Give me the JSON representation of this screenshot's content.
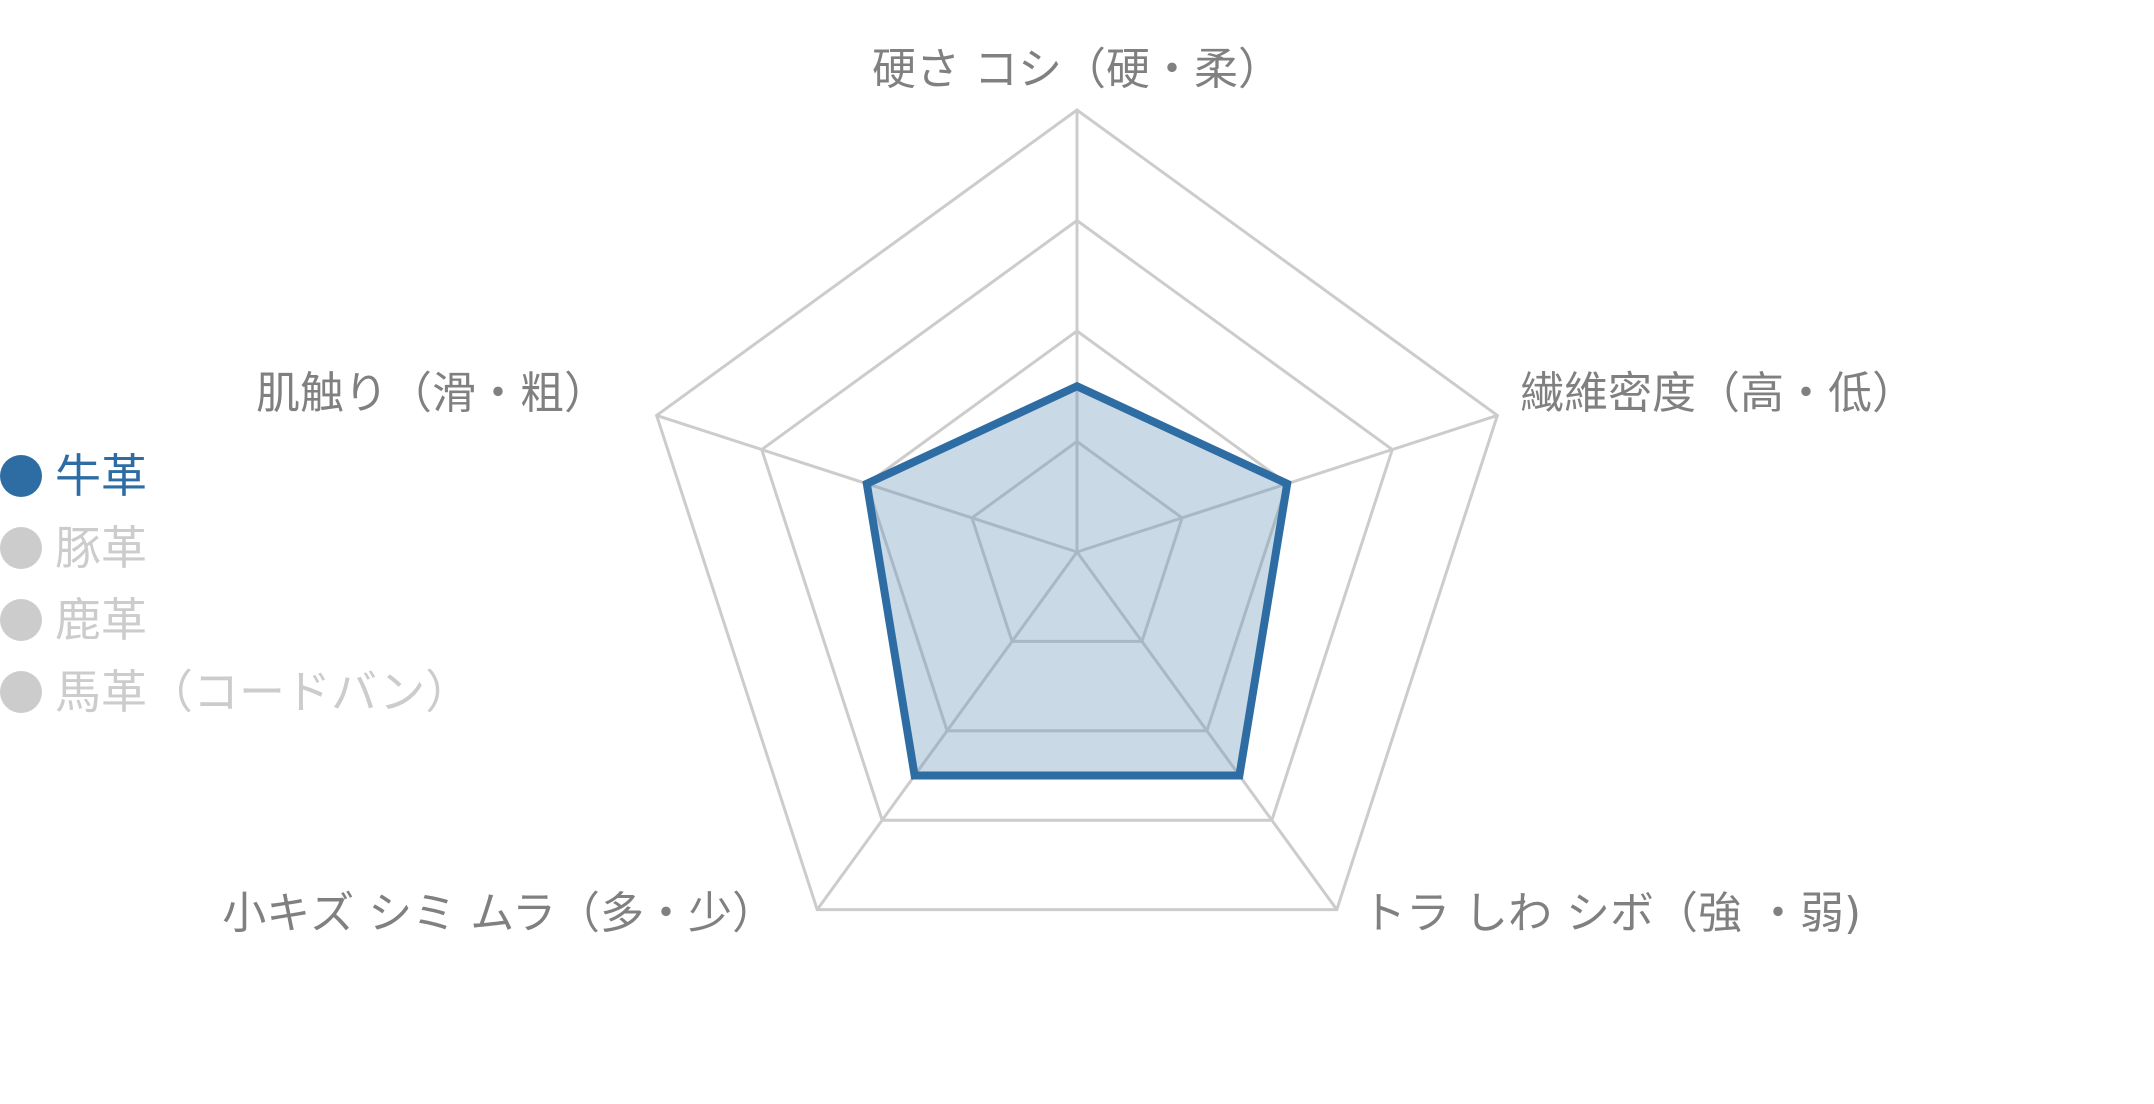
{
  "chart_data": {
    "type": "radar",
    "title": "",
    "axes": [
      "硬さ コシ（硬・柔）",
      "繊維密度（高・低）",
      "トラ しわ シボ（強 ・弱)",
      "小キズ シミ ムラ（多・少）",
      "肌触り（滑・粗）"
    ],
    "range": [
      0,
      4
    ],
    "grid_levels": [
      1,
      2,
      3,
      4
    ],
    "series": [
      {
        "name": "牛革",
        "values": [
          1.5,
          2,
          2.5,
          2.5,
          2
        ],
        "visible": true
      },
      {
        "name": "豚革",
        "values": [],
        "visible": false
      },
      {
        "name": "鹿革",
        "values": [],
        "visible": false
      },
      {
        "name": "馬革（コードバン）",
        "values": [],
        "visible": false
      }
    ],
    "legend_position": "left"
  },
  "legend": {
    "items": [
      {
        "label": "牛革",
        "color": "#2e6da4",
        "active": true
      },
      {
        "label": "豚革",
        "color": "#cccccc",
        "active": false
      },
      {
        "label": "鹿革",
        "color": "#cccccc",
        "active": false
      },
      {
        "label": "馬革（コードバン）",
        "color": "#cccccc",
        "active": false
      }
    ]
  },
  "colors": {
    "series_line": "#2e6da4",
    "series_fill": "#c9d9e6",
    "grid": "#cccccc",
    "grid_inside": "#a9b8c5",
    "label": "#808080",
    "inactive": "#cccccc"
  }
}
